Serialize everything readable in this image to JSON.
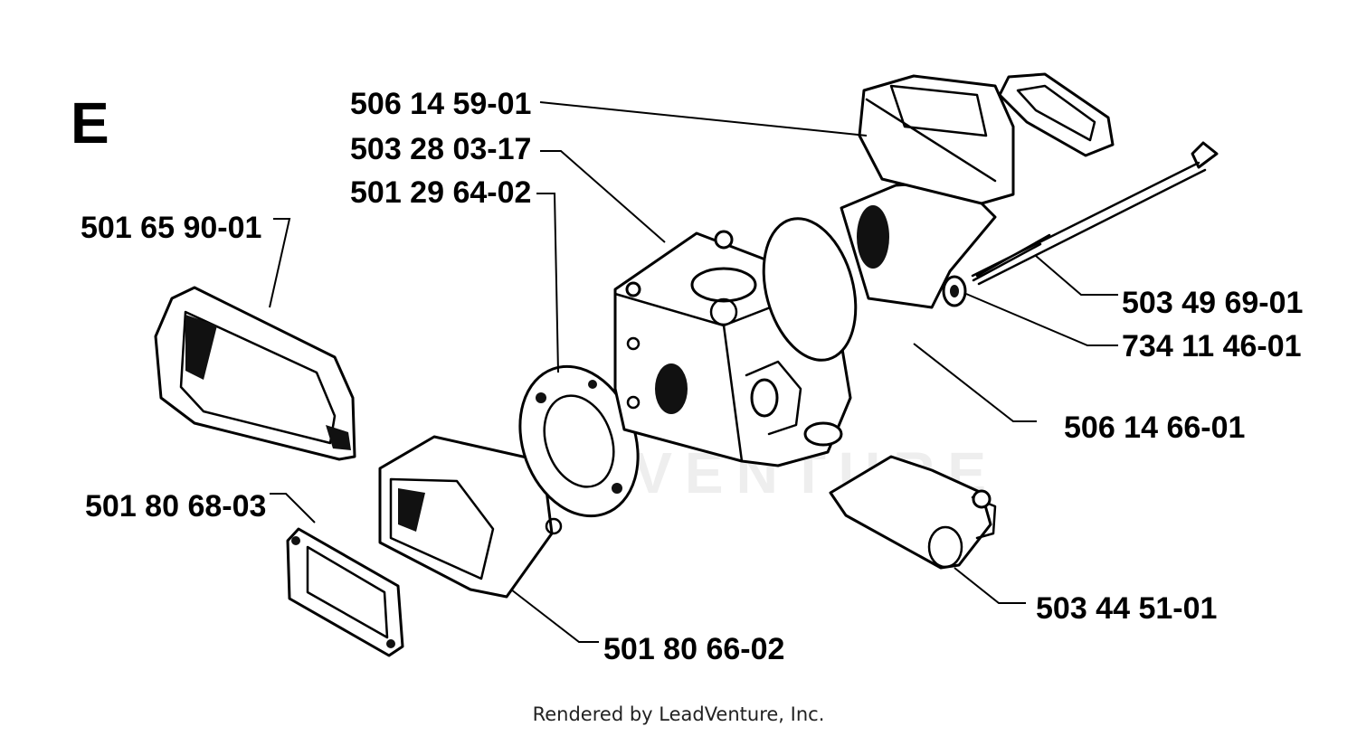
{
  "section_label": "E",
  "watermark": "LEADVENTURE",
  "footer": "Rendered by LeadVenture, Inc.",
  "parts": [
    {
      "id": "p1",
      "number": "506 14 59-01"
    },
    {
      "id": "p2",
      "number": "503 28 03-17"
    },
    {
      "id": "p3",
      "number": "501 29 64-02"
    },
    {
      "id": "p4",
      "number": "501 65 90-01"
    },
    {
      "id": "p5",
      "number": "503 49 69-01"
    },
    {
      "id": "p6",
      "number": "734 11 46-01"
    },
    {
      "id": "p7",
      "number": "506 14 66-01"
    },
    {
      "id": "p8",
      "number": "501 80 68-03"
    },
    {
      "id": "p9",
      "number": "503 44 51-01"
    },
    {
      "id": "p10",
      "number": "501 80 66-02"
    }
  ]
}
